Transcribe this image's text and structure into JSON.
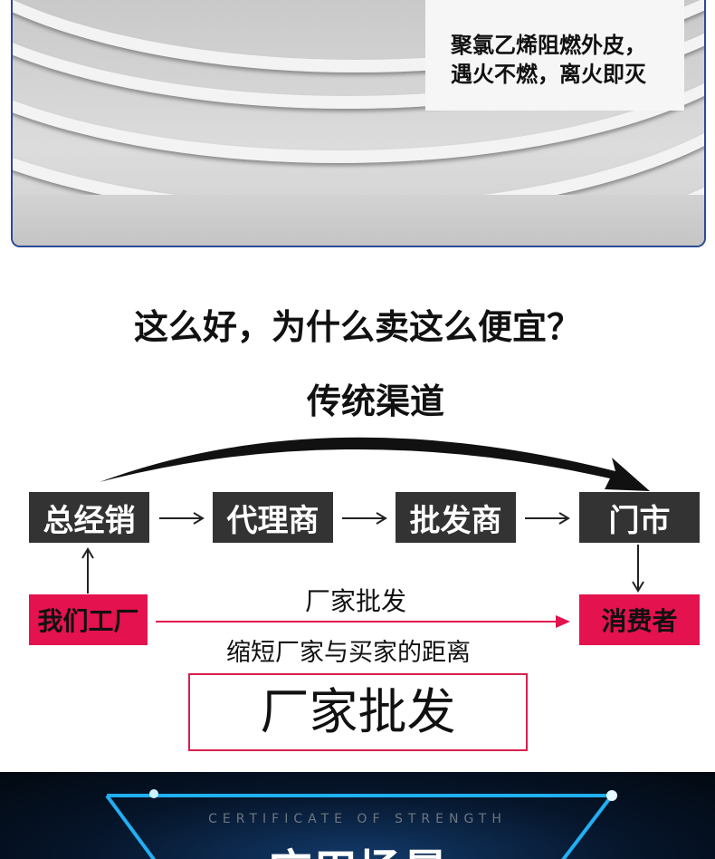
{
  "photo": {
    "callout_line1": "聚氯乙烯阻燃外皮，",
    "callout_line2": "遇火不燃，离火即灭"
  },
  "question": "这么好，为什么卖这么便宜？",
  "traditional": {
    "title": "传统渠道",
    "steps": [
      "总经销",
      "代理商",
      "批发商",
      "门市"
    ]
  },
  "factory": {
    "source": "我们工厂",
    "target": "消费者",
    "route_label": "厂家批发",
    "caption": "缩短厂家与买家的距离",
    "highlight": "厂家批发"
  },
  "banner": {
    "subtitle": "CERTIFICATE OF STRENGTH",
    "title": "应用场景"
  },
  "colors": {
    "frame": "#2c4a96",
    "dark_box": "#333333",
    "red": "#e4124e",
    "glow": "#22b8ff"
  }
}
